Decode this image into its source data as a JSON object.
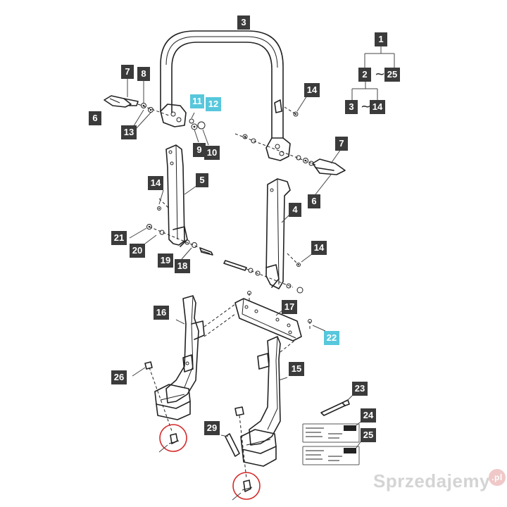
{
  "callouts": [
    {
      "id": "c3",
      "text": "3",
      "style": "dark"
    },
    {
      "id": "c1",
      "text": "1",
      "style": "dark"
    },
    {
      "id": "c2",
      "text": "2",
      "style": "dark"
    },
    {
      "id": "c25",
      "text": "25",
      "style": "dark"
    },
    {
      "id": "c3b",
      "text": "3",
      "style": "dark"
    },
    {
      "id": "c14a",
      "text": "14",
      "style": "dark"
    },
    {
      "id": "c7a",
      "text": "7",
      "style": "dark"
    },
    {
      "id": "c8",
      "text": "8",
      "style": "dark"
    },
    {
      "id": "c11",
      "text": "11",
      "style": "cyan"
    },
    {
      "id": "c12",
      "text": "12",
      "style": "cyan"
    },
    {
      "id": "c14b",
      "text": "14",
      "style": "dark"
    },
    {
      "id": "c6a",
      "text": "6",
      "style": "dark"
    },
    {
      "id": "c13",
      "text": "13",
      "style": "dark"
    },
    {
      "id": "c9",
      "text": "9",
      "style": "dark"
    },
    {
      "id": "c10",
      "text": "10",
      "style": "dark"
    },
    {
      "id": "c7b",
      "text": "7",
      "style": "dark"
    },
    {
      "id": "c14c",
      "text": "14",
      "style": "dark"
    },
    {
      "id": "c5",
      "text": "5",
      "style": "dark"
    },
    {
      "id": "c6b",
      "text": "6",
      "style": "dark"
    },
    {
      "id": "c4",
      "text": "4",
      "style": "dark"
    },
    {
      "id": "c21",
      "text": "21",
      "style": "dark"
    },
    {
      "id": "c20",
      "text": "20",
      "style": "dark"
    },
    {
      "id": "c14d",
      "text": "14",
      "style": "dark"
    },
    {
      "id": "c19",
      "text": "19",
      "style": "dark"
    },
    {
      "id": "c18",
      "text": "18",
      "style": "dark"
    },
    {
      "id": "c16",
      "text": "16",
      "style": "dark"
    },
    {
      "id": "c17",
      "text": "17",
      "style": "dark"
    },
    {
      "id": "c22",
      "text": "22",
      "style": "cyan"
    },
    {
      "id": "c26",
      "text": "26",
      "style": "dark"
    },
    {
      "id": "c15",
      "text": "15",
      "style": "dark"
    },
    {
      "id": "c23",
      "text": "23",
      "style": "dark"
    },
    {
      "id": "c24",
      "text": "24",
      "style": "dark"
    },
    {
      "id": "c29",
      "text": "29",
      "style": "dark"
    },
    {
      "id": "c25b",
      "text": "25",
      "style": "dark"
    }
  ],
  "legend": {
    "tilde_top": "~",
    "tilde_bottom": "~"
  },
  "watermark": {
    "text": "Sprzedajemy",
    "suffix": ".pl"
  },
  "colors": {
    "callout_dark": "#3b3b3b",
    "callout_highlight": "#57c7dc",
    "highlight_circle": "#d42a2a",
    "line": "#222222"
  }
}
